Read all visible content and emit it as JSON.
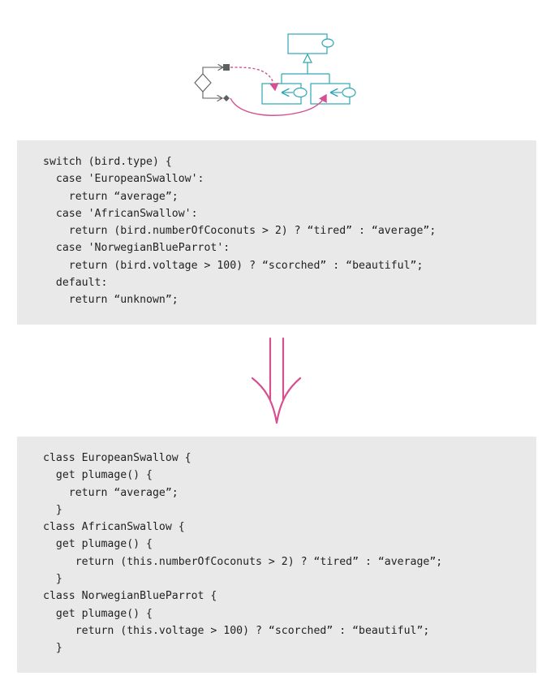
{
  "colors": {
    "class_box": "#2fa7b5",
    "dispatch_arrow": "#d64f90",
    "control_flow": "#5f5f5f",
    "code_background": "#e8e9e8",
    "transform_arrow": "#d64f90"
  },
  "code_before": {
    "lines": [
      "switch (bird.type) {",
      "  case 'EuropeanSwallow':",
      "    return “average”;",
      "  case 'AfricanSwallow':",
      "    return (bird.numberOfCoconuts > 2) ? “tired” : “average”;",
      "  case 'NorwegianBlueParrot':",
      "    return (bird.voltage > 100) ? “scorched” : “beautiful”;",
      "  default:",
      "    return “unknown”;"
    ]
  },
  "code_after": {
    "lines": [
      "class EuropeanSwallow {",
      "  get plumage() {",
      "    return “average”;",
      "  }",
      "class AfricanSwallow {",
      "  get plumage() {",
      "     return (this.numberOfCoconuts > 2) ? “tired” : “average”;",
      "  }",
      "class NorwegianBlueParrot {",
      "  get plumage() {",
      "     return (this.voltage > 100) ? “scorched” : “beautiful”;",
      "  }"
    ]
  }
}
